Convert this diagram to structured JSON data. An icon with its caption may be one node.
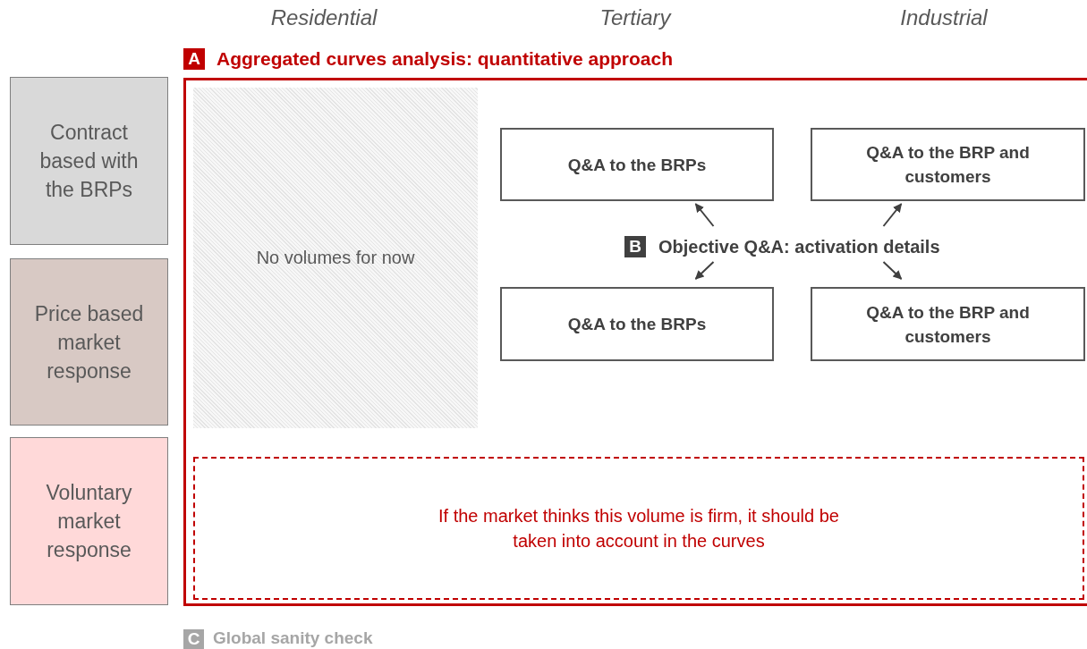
{
  "diagram": {
    "nodes": [
      {
        "text": [
          "Contract based with the BRPs"
        ]
      },
      {
        "text": [
          "Price based market response"
        ]
      },
      {
        "text": [
          "Voluntary market response"
        ]
      },
      {
        "text": [
          "A",
          "Aggregated curves analysis: quantitative approach"
        ]
      },
      {
        "text": [
          "No volumes for now"
        ],
        "in": 3
      },
      {
        "text": [
          "Q&A to the BRPs"
        ],
        "in": 3
      },
      {
        "text": [
          "Q&A to the BRP and customers"
        ],
        "in": 3
      },
      {
        "text": [
          "B",
          "Objective Q&A: activation details"
        ],
        "in": 3
      },
      {
        "text": [
          "Q&A to the BRPs"
        ],
        "in": 3
      },
      {
        "text": [
          "Q&A to the BRP and customers"
        ],
        "in": 3
      },
      {
        "text": [
          "If the market thinks this volume is firm, it should be taken into account in the curves"
        ],
        "in": 3
      }
    ],
    "edges": [
      {
        "from": 7,
        "to": 5,
        "arrow": "to"
      },
      {
        "from": 7,
        "to": 6,
        "arrow": "to"
      },
      {
        "from": 7,
        "to": 8,
        "arrow": "to"
      },
      {
        "from": 7,
        "to": 9,
        "arrow": "to"
      }
    ],
    "labels": [
      "Residential",
      "Tertiary",
      "Industrial",
      "C",
      "Global sanity check"
    ]
  }
}
